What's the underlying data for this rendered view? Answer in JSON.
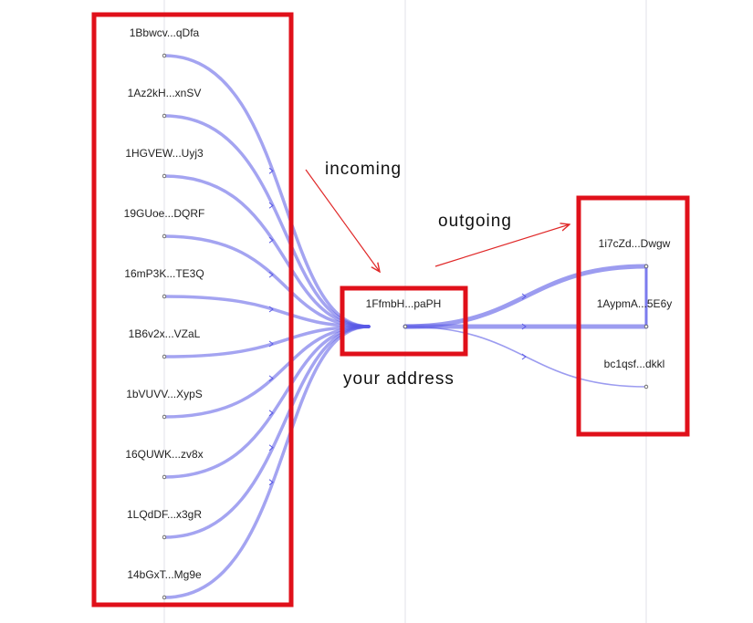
{
  "inputs": [
    {
      "label": "1Bbwcv...qDfa"
    },
    {
      "label": "1Az2kH...xnSV"
    },
    {
      "label": "1HGVEW...Uyj3"
    },
    {
      "label": "19GUoe...DQRF"
    },
    {
      "label": "16mP3K...TE3Q"
    },
    {
      "label": "1B6v2x...VZaL"
    },
    {
      "label": "1bVUVV...XypS"
    },
    {
      "label": "16QUWK...zv8x"
    },
    {
      "label": "1LQdDF...x3gR"
    },
    {
      "label": "14bGxT...Mg9e"
    }
  ],
  "center": {
    "label": "1FfmbH...paPH"
  },
  "outputs": [
    {
      "label": "1i7cZd...Dwgw"
    },
    {
      "label": "1AypmA...5E6y"
    },
    {
      "label": "bc1qsf...dkkl"
    }
  ],
  "annotations": {
    "incoming": "incoming",
    "outgoing": "outgoing",
    "your_address": "your address"
  },
  "colors": {
    "flow": "#5a5ae6",
    "highlight_box": "#e0101a",
    "arrow": "#e02828",
    "gridline": "#e2e2ea"
  }
}
